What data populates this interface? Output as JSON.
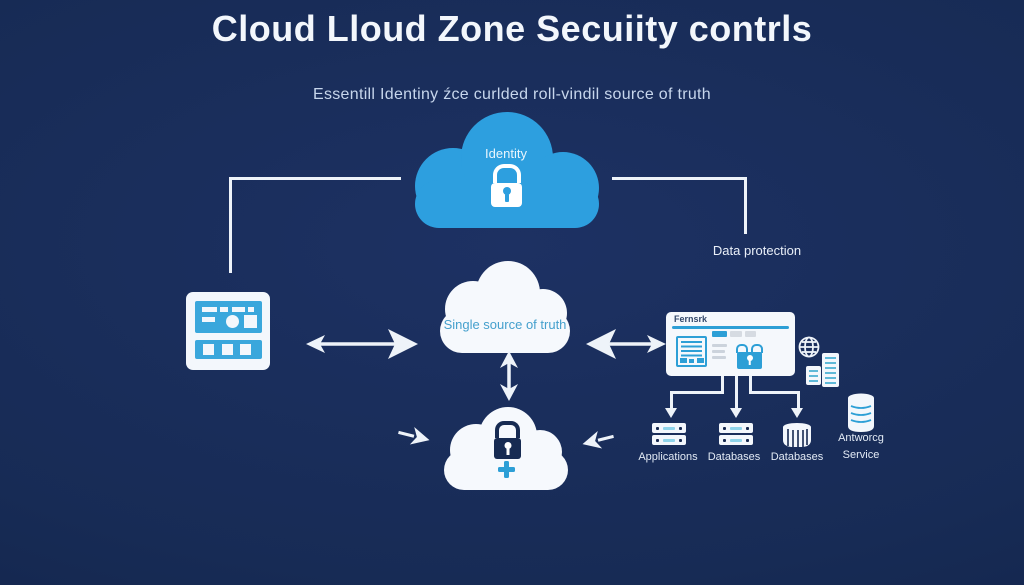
{
  "header": {
    "title": "Cloud Lloud Zone Secuiity contrls",
    "subtitle": "Essentill Identiny źce curlded roll-vindil source of truth"
  },
  "clouds": {
    "identity": {
      "label": "Identity"
    },
    "center": {
      "label": "Single source of truth"
    }
  },
  "labels": {
    "data_protection": "Data protection"
  },
  "card": {
    "title": "Fernsrk"
  },
  "bottom_row": [
    {
      "label": "Applications",
      "icon": "server-stack-icon"
    },
    {
      "label": "Databases",
      "icon": "server-stack-icon"
    },
    {
      "label": "Databases",
      "icon": "database-drum-icon"
    },
    {
      "label": "Antworcg Service",
      "icon": "database-cylinder-icon"
    }
  ],
  "icons": [
    "lock-icon",
    "plus-icon",
    "app-window-icon",
    "double-arrow-icon",
    "globe-icon",
    "document-icon",
    "server-stack-icon",
    "database-drum-icon",
    "database-cylinder-icon",
    "down-arrowhead-icon"
  ],
  "colors": {
    "background": "#16284f",
    "cloud_blue": "#2d9fdf",
    "accent_blue": "#2d9fd6",
    "panel_blue": "#3aa7dc",
    "white": "#f3f7fc",
    "subtitle_text": "#c7d6ec",
    "center_cloud_text": "#45a0cd"
  }
}
